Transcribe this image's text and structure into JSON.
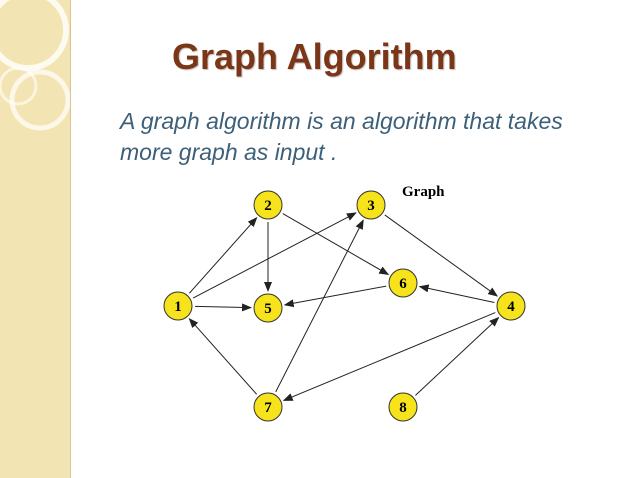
{
  "slide": {
    "title": "Graph  Algorithm",
    "subtitle": "A graph algorithm is an algorithm that takes more graph as input ."
  },
  "diagram": {
    "label": "Graph",
    "nodes": [
      {
        "id": "1",
        "label": "1"
      },
      {
        "id": "2",
        "label": "2"
      },
      {
        "id": "3",
        "label": "3"
      },
      {
        "id": "4",
        "label": "4"
      },
      {
        "id": "5",
        "label": "5"
      },
      {
        "id": "6",
        "label": "6"
      },
      {
        "id": "7",
        "label": "7"
      },
      {
        "id": "8",
        "label": "8"
      }
    ],
    "edges": [
      {
        "from": "1",
        "to": "2"
      },
      {
        "from": "1",
        "to": "3"
      },
      {
        "from": "1",
        "to": "5"
      },
      {
        "from": "2",
        "to": "5"
      },
      {
        "from": "2",
        "to": "6"
      },
      {
        "from": "3",
        "to": "4"
      },
      {
        "from": "6",
        "to": "5"
      },
      {
        "from": "4",
        "to": "6"
      },
      {
        "from": "4",
        "to": "7"
      },
      {
        "from": "7",
        "to": "1"
      },
      {
        "from": "7",
        "to": "3"
      },
      {
        "from": "8",
        "to": "4"
      }
    ]
  },
  "colors": {
    "node_fill": "#f6e31c",
    "title": "#7b3618",
    "subtitle": "#3d5f78",
    "sidebar": "#f3e4b3"
  }
}
